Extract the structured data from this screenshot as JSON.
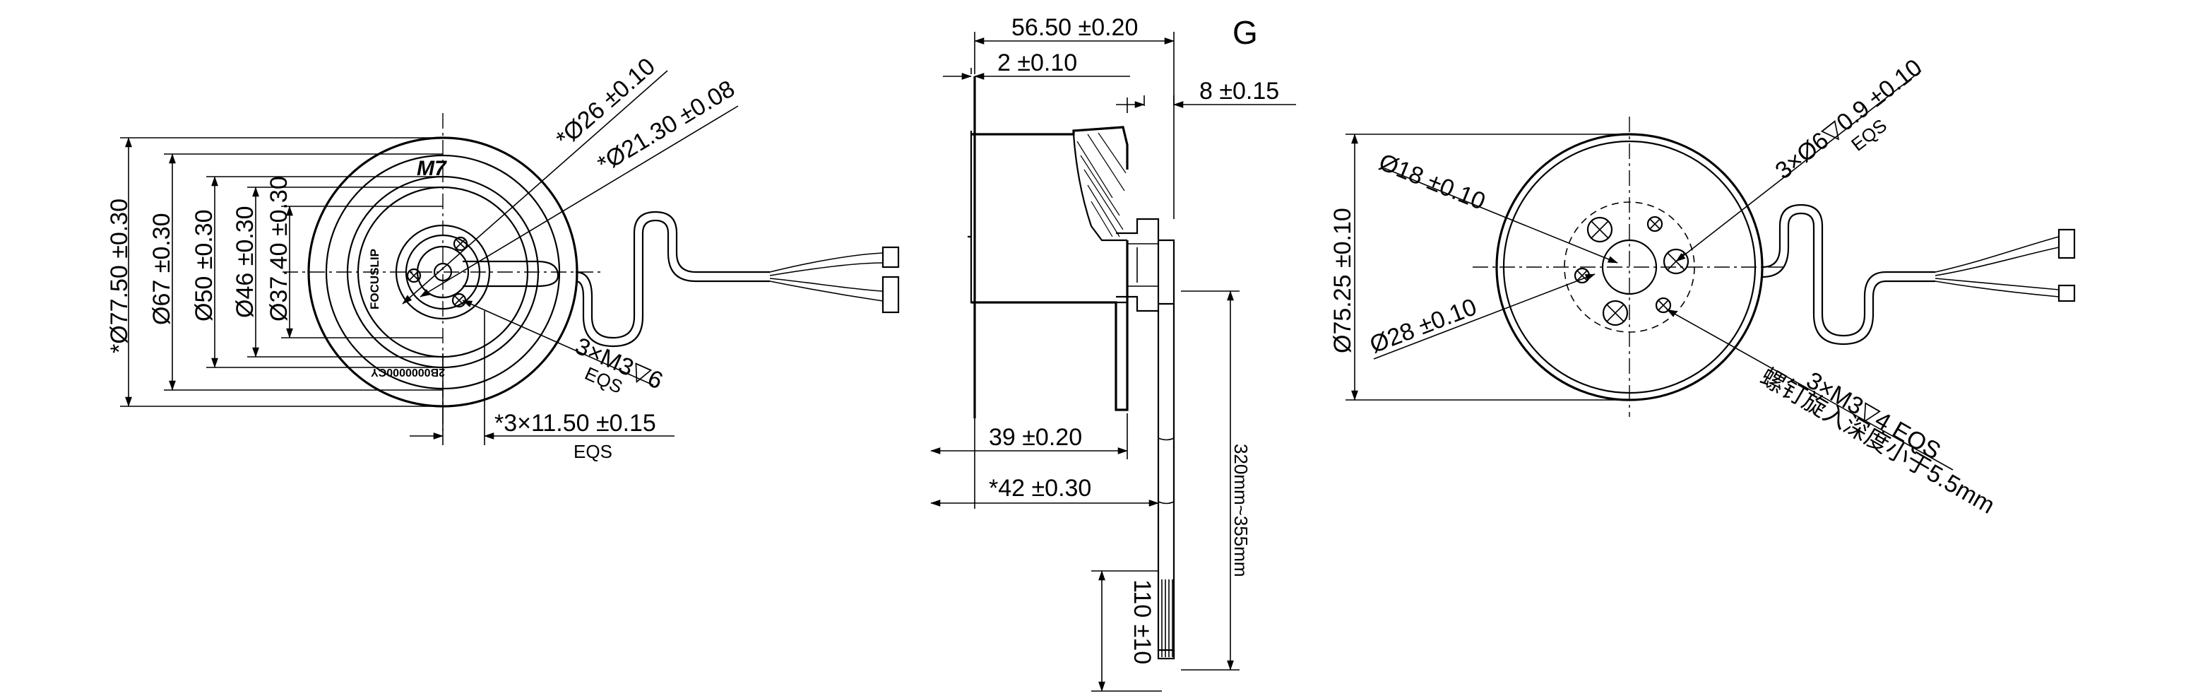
{
  "view_label": "G",
  "front_view": {
    "dims": {
      "d77": "*Ø77.50 ±0.30",
      "d67": "Ø67 ±0.30",
      "d50": "Ø50 ±0.30",
      "d46": "Ø46 ±0.30",
      "d37": "Ø37.40 ±0.30",
      "d26": "*Ø26 ±0.10",
      "d21": "*Ø21.30 ±0.08",
      "m3x6": "3×M3▽6",
      "m3x6_eqs": "EQS",
      "pitch": "*3×11.50 ±0.15",
      "pitch_eqs": "EQS"
    },
    "logo": "M7",
    "ring_text_1": "FOCUSLIP",
    "ring_text_2": "2B0000000CY"
  },
  "side_view": {
    "dims": {
      "len56": "56.50 ±0.20",
      "d2": "2 ±0.10",
      "d8": "8 ±0.15",
      "d39": "39 ±0.20",
      "d42": "*42 ±0.30",
      "cable": "320mm~355mm",
      "d110": "110 ±10"
    }
  },
  "rear_view": {
    "dims": {
      "d75": "Ø75.25 ±0.10",
      "d18": "Ø18 ±0.10",
      "d28": "Ø28 ±0.10",
      "holes1": "3×Ø6▽0.9 ±0.10",
      "holes1_eqs": "EQS",
      "holes2": "3×M3▽4 EQS",
      "holes2_note": "螺钉旋入深度小于5.5mm"
    }
  }
}
